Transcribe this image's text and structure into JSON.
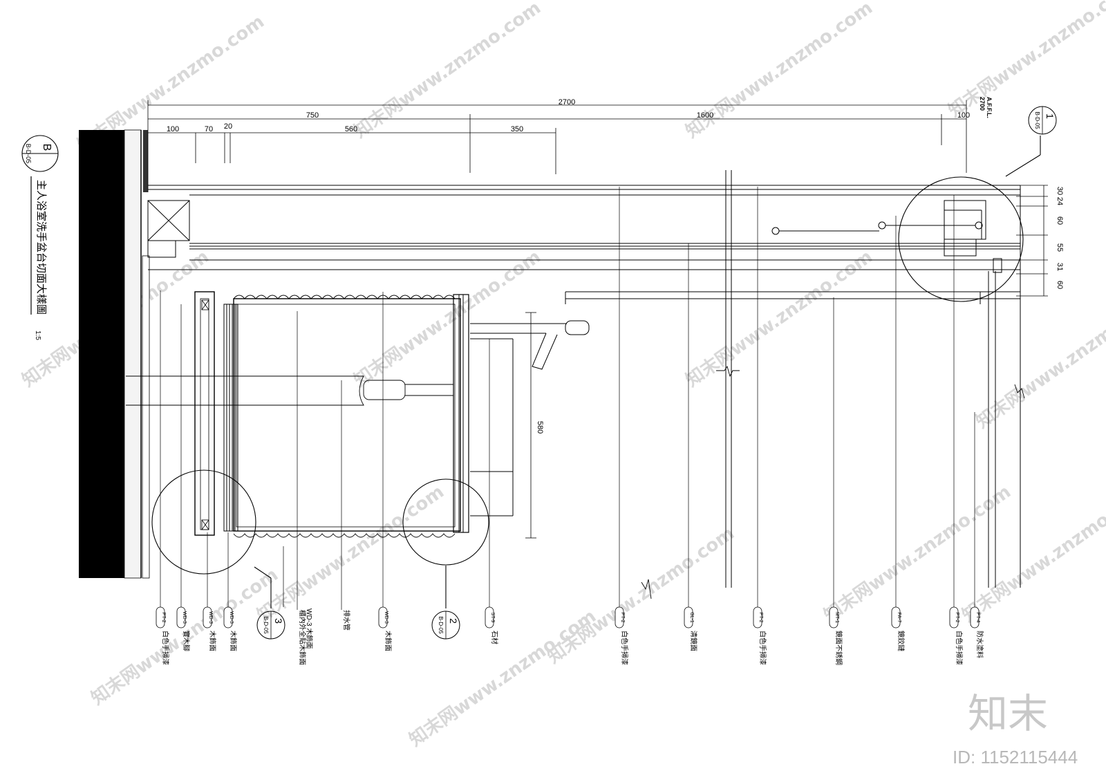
{
  "drawing": {
    "title": "主人浴室洗手盆台切面大樣圖",
    "scale": "1:5",
    "section_id": "B",
    "section_ref": "B-D-05"
  },
  "elevation_note": {
    "value": "2700",
    "label": "A.F.F.L."
  },
  "detail_marker_1": {
    "num": "1",
    "ref": "B-D-05"
  },
  "detail_marker_2": {
    "num": "2",
    "ref": "B-D-05"
  },
  "detail_marker_3": {
    "num": "3",
    "ref": "B-D-05"
  },
  "dimensions": {
    "overall": "2700",
    "row2": [
      "750",
      "1600",
      "100"
    ],
    "row3": [
      "100",
      "70",
      "20",
      "560",
      "350"
    ],
    "right": [
      "30",
      "24",
      "60",
      "55",
      "31",
      "60"
    ],
    "vertical": "580"
  },
  "callouts": [
    {
      "code": "PT-2",
      "text": "白色手掃漆"
    },
    {
      "code": "WD-3",
      "text": "實木腳"
    },
    {
      "code": "WD-3",
      "text": "木飾面"
    },
    {
      "code": "WD-3",
      "text": "木飾面"
    },
    {
      "code": "WD-3",
      "text": "木飾面"
    },
    {
      "code": "",
      "text": "櫃內外全貼木飾面"
    },
    {
      "code": "",
      "text": "排水管"
    },
    {
      "code": "WD-3",
      "text": "木飾面"
    },
    {
      "code": "ST-9",
      "text": "石材"
    },
    {
      "code": "PT-2",
      "text": "白色手掃漆"
    },
    {
      "code": "GL-1",
      "text": "清鏡面"
    },
    {
      "code": "PT-2",
      "text": "白色手掃漆"
    },
    {
      "code": "MT-1",
      "text": "鏡面不銹鋼"
    },
    {
      "code": "FA-7",
      "text": "鏡鉸鏈"
    },
    {
      "code": "PT-2",
      "text": "白色手掃漆"
    },
    {
      "code": "PT-4",
      "text": "防水塗料"
    }
  ],
  "brand": {
    "logo": "知末",
    "id": "ID: 1152115444",
    "watermark": "知末网www.znzmo.com"
  }
}
